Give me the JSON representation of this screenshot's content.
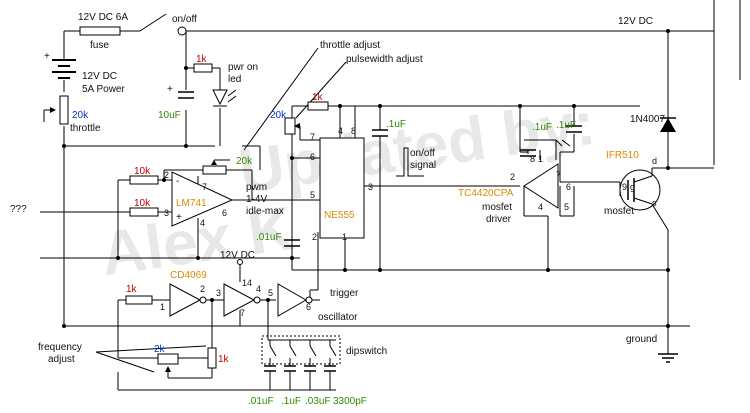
{
  "watermark": {
    "line1": "Updated by:",
    "line2": "Alex K"
  },
  "power": {
    "supply_voltage": "12V DC 6A",
    "fuse_label": "fuse",
    "switch_label": "on/off",
    "rail_label": "12V DC",
    "battery_line1": "12V DC",
    "battery_line2": "5A Power",
    "ground_label": "ground"
  },
  "throttle": {
    "value": "20k",
    "label": "throttle"
  },
  "led": {
    "resistor": "1k",
    "label_line1": "pwr on",
    "label_line2": "led",
    "cap": "10uF"
  },
  "annotations": {
    "throttle_adjust": "throttle adjust",
    "pulsewidth_adjust": "pulsewidth adjust",
    "input_label": "???",
    "onoff_signal_line1": "on/off",
    "onoff_signal_line2": "signal",
    "pwm_line1": "pwm",
    "pwm_line2": "1-4V",
    "pwm_line3": "idle-max",
    "trigger": "trigger",
    "oscillator": "oscillator",
    "frequency_line1": "frequency",
    "frequency_line2": "adjust",
    "dipswitch": "dipswitch"
  },
  "opamp": {
    "name": "LM741",
    "r_in1": "10k",
    "r_in2": "10k",
    "r_fb": "20k",
    "pins": {
      "p2": "2",
      "p3": "3",
      "p4": "4",
      "p6": "6",
      "p7": "7"
    }
  },
  "timer": {
    "name": "NE555",
    "pot": "20k",
    "r1": "1k",
    "cap_top": ".1uF",
    "cap_ctrl": ".01uF",
    "pins": {
      "p1": "1",
      "p2": "2",
      "p3": "3",
      "p4": "4",
      "p5": "5",
      "p6": "6",
      "p7": "7",
      "p8": "8"
    }
  },
  "driver": {
    "name": "TC4420CPA",
    "desc_line1": "mosfet",
    "desc_line2": "driver",
    "cap1": ".1uF",
    "cap2": ".1uF",
    "pins": {
      "p1": "1",
      "p2": "2",
      "p4": "4",
      "p5": "5",
      "p6": "6",
      "p7": "7",
      "p8": "8"
    }
  },
  "mosfet": {
    "name": "IFR510",
    "label": "mosfet",
    "g": "g",
    "d": "d",
    "s": "s",
    "gpin": "9"
  },
  "diode": {
    "name": "1N4007"
  },
  "inverter": {
    "name": "CD4069",
    "supply": "12V DC",
    "r_in": "1k",
    "pot": "2k",
    "r2": "1k",
    "pins": {
      "p1": "1",
      "p2": "2",
      "p3": "3",
      "p4": "4",
      "p5": "5",
      "p6": "6",
      "p7": "7",
      "p14": "14"
    }
  },
  "capacitors": {
    "c1": ".01uF",
    "c2": ".1uF",
    "c3": ".03uF",
    "c4": "3300pF"
  }
}
